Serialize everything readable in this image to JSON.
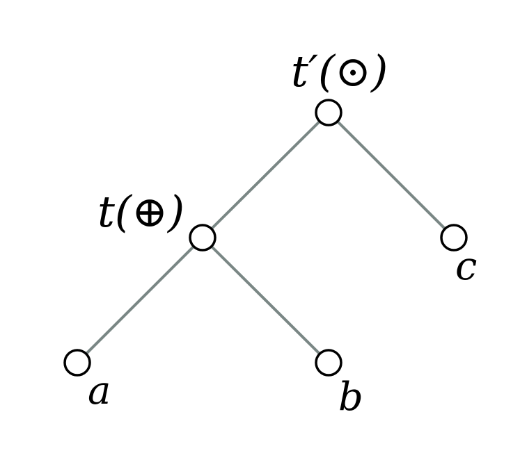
{
  "tree": {
    "edge_color": "#7a8785",
    "node_stroke_color": "#000000",
    "nodes": {
      "root": {
        "label": "t′(⊙)"
      },
      "inner": {
        "label": "t(⊕)"
      },
      "leaf_a": {
        "label": "a"
      },
      "leaf_b": {
        "label": "b"
      },
      "leaf_c": {
        "label": "c"
      }
    }
  }
}
